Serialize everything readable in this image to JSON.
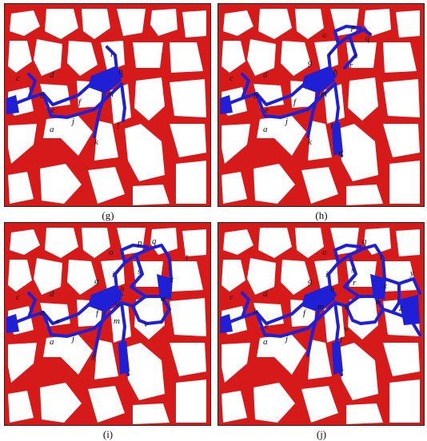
{
  "colors": {
    "solid": "#d61a1a",
    "invaded": "#1f1fd6",
    "pore": "#ffffff",
    "frame": "#222222"
  },
  "panels": [
    {
      "caption": "(g)",
      "labels": [
        "c",
        "d",
        "b",
        "e",
        "a",
        "j",
        "f",
        "i",
        "h",
        "m",
        "k",
        "l"
      ]
    },
    {
      "caption": "(h)",
      "labels": [
        "o",
        "p",
        "q",
        "g",
        "i",
        "s",
        "r",
        "c",
        "d",
        "h",
        "b",
        "m",
        "e",
        "f",
        "a",
        "j",
        "k",
        "l",
        "n"
      ]
    },
    {
      "caption": "(i)",
      "labels": [
        "o",
        "p",
        "q",
        "t",
        "i",
        "g",
        "s",
        "x",
        "c",
        "d",
        "h",
        "w",
        "b",
        "u",
        "f",
        "m",
        "e",
        "v",
        "a",
        "j",
        "l",
        "k"
      ]
    },
    {
      "caption": "(j)",
      "labels": [
        "q",
        "t",
        "o",
        "i",
        "s",
        "y",
        "g",
        "r",
        "x",
        "c",
        "d",
        "h",
        "w",
        "m",
        "f",
        "u",
        "z",
        "b",
        "e",
        "v",
        "a",
        "j",
        "l"
      ]
    }
  ]
}
